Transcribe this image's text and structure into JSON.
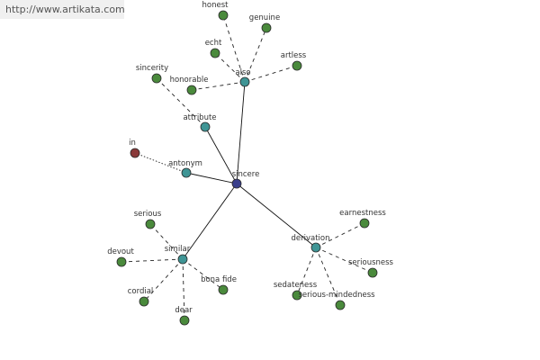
{
  "site_url": "http://www.artikata.com",
  "colors": {
    "center": "#3a3f8c",
    "relation": "#3f9595",
    "word": "#4a8a3c",
    "foreign": "#8a3a3a",
    "solid_edge": "#111111",
    "dashed_edge": "#222222"
  },
  "center": {
    "id": "sincere",
    "label": "sincere"
  },
  "relations": [
    {
      "id": "also",
      "label": "also",
      "words": [
        {
          "id": "honest",
          "label": "honest"
        },
        {
          "id": "genuine",
          "label": "genuine"
        },
        {
          "id": "echt",
          "label": "echt"
        },
        {
          "id": "artless",
          "label": "artless"
        },
        {
          "id": "honorable",
          "label": "honorable"
        }
      ]
    },
    {
      "id": "attribute",
      "label": "attribute",
      "words": [
        {
          "id": "sincerity",
          "label": "sincerity"
        }
      ]
    },
    {
      "id": "antonym",
      "label": "antonym",
      "words": [
        {
          "id": "in",
          "label": "in",
          "kind": "foreign"
        }
      ]
    },
    {
      "id": "similar",
      "label": "similar",
      "words": [
        {
          "id": "serious",
          "label": "serious"
        },
        {
          "id": "devout",
          "label": "devout"
        },
        {
          "id": "cordial",
          "label": "cordial"
        },
        {
          "id": "dear",
          "label": "dear"
        },
        {
          "id": "bona-fide",
          "label": "bona fide"
        }
      ]
    },
    {
      "id": "derivation",
      "label": "derivation",
      "words": [
        {
          "id": "earnestness",
          "label": "earnestness"
        },
        {
          "id": "seriousness",
          "label": "seriousness"
        },
        {
          "id": "sedateness",
          "label": "sedateness"
        },
        {
          "id": "serious-mindedness",
          "label": "serious-mindedness"
        }
      ]
    }
  ]
}
